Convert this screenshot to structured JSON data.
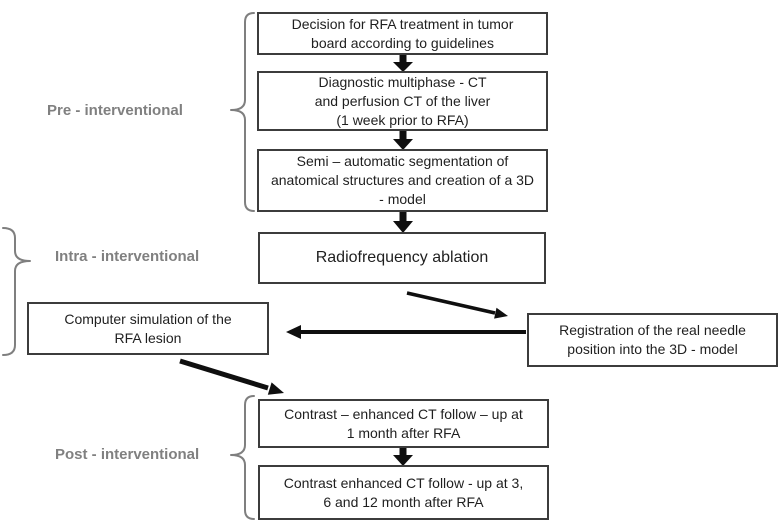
{
  "colors": {
    "box_border": "#3c3c3c",
    "box_text": "#1f1f1f",
    "phase_label": "#808080",
    "brace": "#7f7f7f",
    "arrow": "#0f0f0f",
    "background": "#ffffff"
  },
  "phases": {
    "pre": {
      "label": "Pre - interventional"
    },
    "intra": {
      "label": "Intra - interventional"
    },
    "post": {
      "label": "Post - interventional"
    }
  },
  "boxes": {
    "decision": {
      "lines": [
        "Decision for RFA treatment in tumor",
        "board according to guidelines"
      ]
    },
    "diagnostic": {
      "lines": [
        "Diagnostic multiphase - CT",
        "and perfusion CT of the liver",
        "(1 week prior to RFA)"
      ]
    },
    "segmentation": {
      "lines": [
        "Semi – automatic segmentation of",
        "anatomical structures and creation of a 3D",
        "- model"
      ]
    },
    "rfa": {
      "lines": [
        "Radiofrequency ablation"
      ]
    },
    "simulation": {
      "lines": [
        "Computer simulation of the",
        "RFA lesion"
      ]
    },
    "registration": {
      "lines": [
        "Registration of the real needle",
        "position into the 3D - model"
      ]
    },
    "followup1": {
      "lines": [
        "Contrast – enhanced CT follow – up at",
        "1 month after RFA"
      ]
    },
    "followup2": {
      "lines": [
        "Contrast enhanced CT follow - up at 3,",
        "6 and 12 month after RFA"
      ]
    }
  }
}
